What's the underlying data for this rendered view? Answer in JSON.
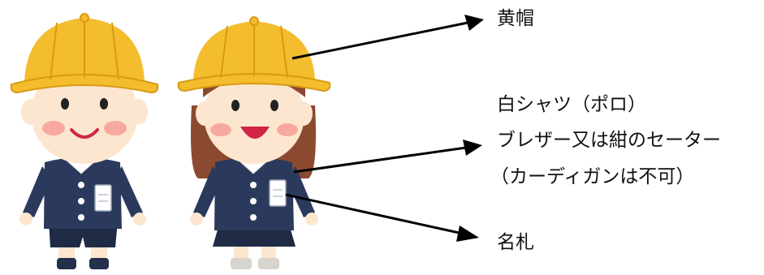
{
  "labels": {
    "yellow_hat": "黄帽",
    "white_shirt": "白シャツ（ポロ）",
    "blazer_or_sweater": "ブレザー又は紺のセーター",
    "no_cardigan": "（カーディガンは不可）",
    "name_tag": "名札"
  },
  "colors": {
    "hat": "#f3bd2e",
    "hat_shadow": "#d99a16",
    "blazer": "#2b3a5c",
    "skin": "#fde6cf",
    "cheek": "#f7a9a0",
    "hair_boy": "#5a3a26",
    "hair_girl": "#8b4a30",
    "arrow": "#000000"
  }
}
